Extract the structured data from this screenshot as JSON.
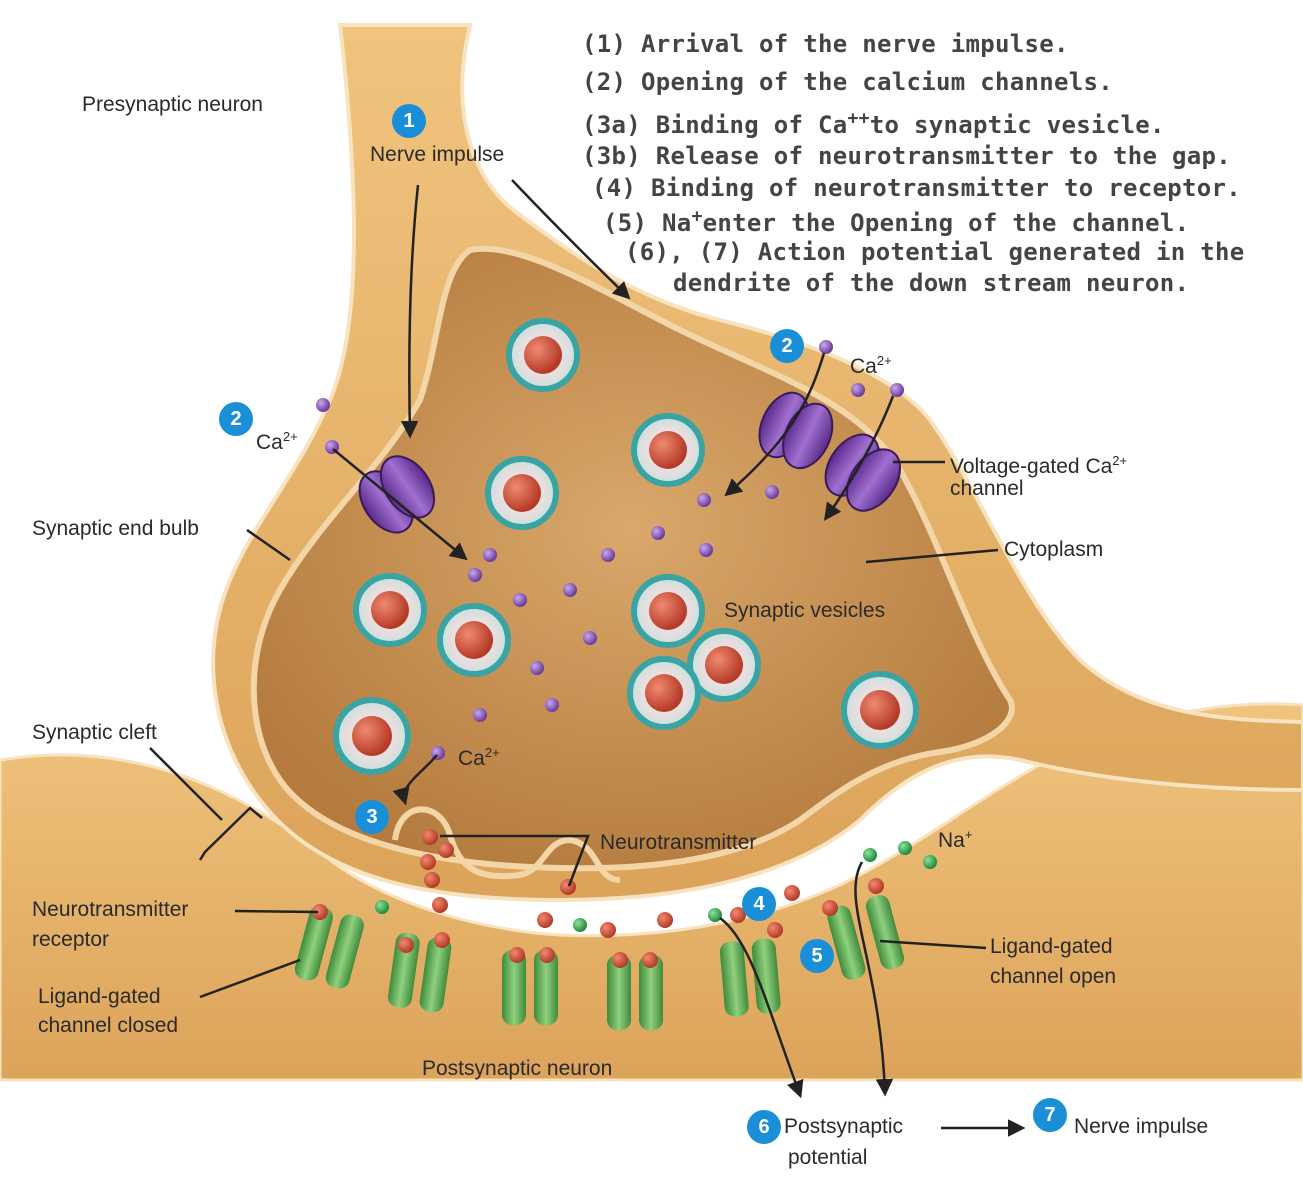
{
  "steps": [
    "(1) Arrival of the nerve impulse.",
    "(2) Opening of the calcium channels.",
    {
      "pre": "(3a) Binding of Ca",
      "sup": "++",
      "post": "to synaptic vesicle."
    },
    "(3b) Release of neurotransmitter to the gap.",
    "(4) Binding of neurotransmitter to receptor.",
    {
      "pre": "(5) Na",
      "sup": "+",
      "post": "enter the Opening of the channel."
    },
    "(6), (7) Action potential generated in the",
    "dendrite of the down stream neuron."
  ],
  "labels": {
    "presynaptic_neuron": "Presynaptic neuron",
    "nerve_impulse_top": "Nerve impulse",
    "synaptic_end_bulb": "Synaptic end bulb",
    "synaptic_cleft": "Synaptic cleft",
    "neurotransmitter_receptor_1": "Neurotransmitter",
    "neurotransmitter_receptor_2": "receptor",
    "ligand_closed_1": "Ligand-gated",
    "ligand_closed_2": "channel closed",
    "postsynaptic_neuron": "Postsynaptic neuron",
    "voltage_gated_1": "Voltage-gated Ca",
    "voltage_gated_sup": "2+",
    "voltage_gated_2": "channel",
    "cytoplasm": "Cytoplasm",
    "synaptic_vesicles": "Synaptic vesicles",
    "neurotransmitter": "Neurotransmitter",
    "na": "Na",
    "na_sup": "+",
    "ligand_open_1": "Ligand-gated",
    "ligand_open_2": "channel open",
    "postsynaptic_potential_1": "Postsynaptic",
    "postsynaptic_potential_2": "potential",
    "nerve_impulse_bottom": "Nerve impulse",
    "ca": "Ca",
    "ca_sup": "2+"
  },
  "badges": {
    "b1": "1",
    "b2": "2",
    "b3": "3",
    "b4": "4",
    "b5": "5",
    "b6": "6",
    "b7": "7"
  },
  "colors": {
    "membrane": "#e8b36a",
    "membrane_outline": "#f7e3bf",
    "cytoplasm": "#c9955a",
    "vesicle_ring": "#3aa3a3",
    "neurotransmitter": "#c8372d",
    "calcium": "#7b4fb0",
    "sodium": "#2e9a4f",
    "ca_channel": "#7a3fa8",
    "ligand_channel": "#4f9e4a",
    "badge": "#1a8fd8"
  }
}
